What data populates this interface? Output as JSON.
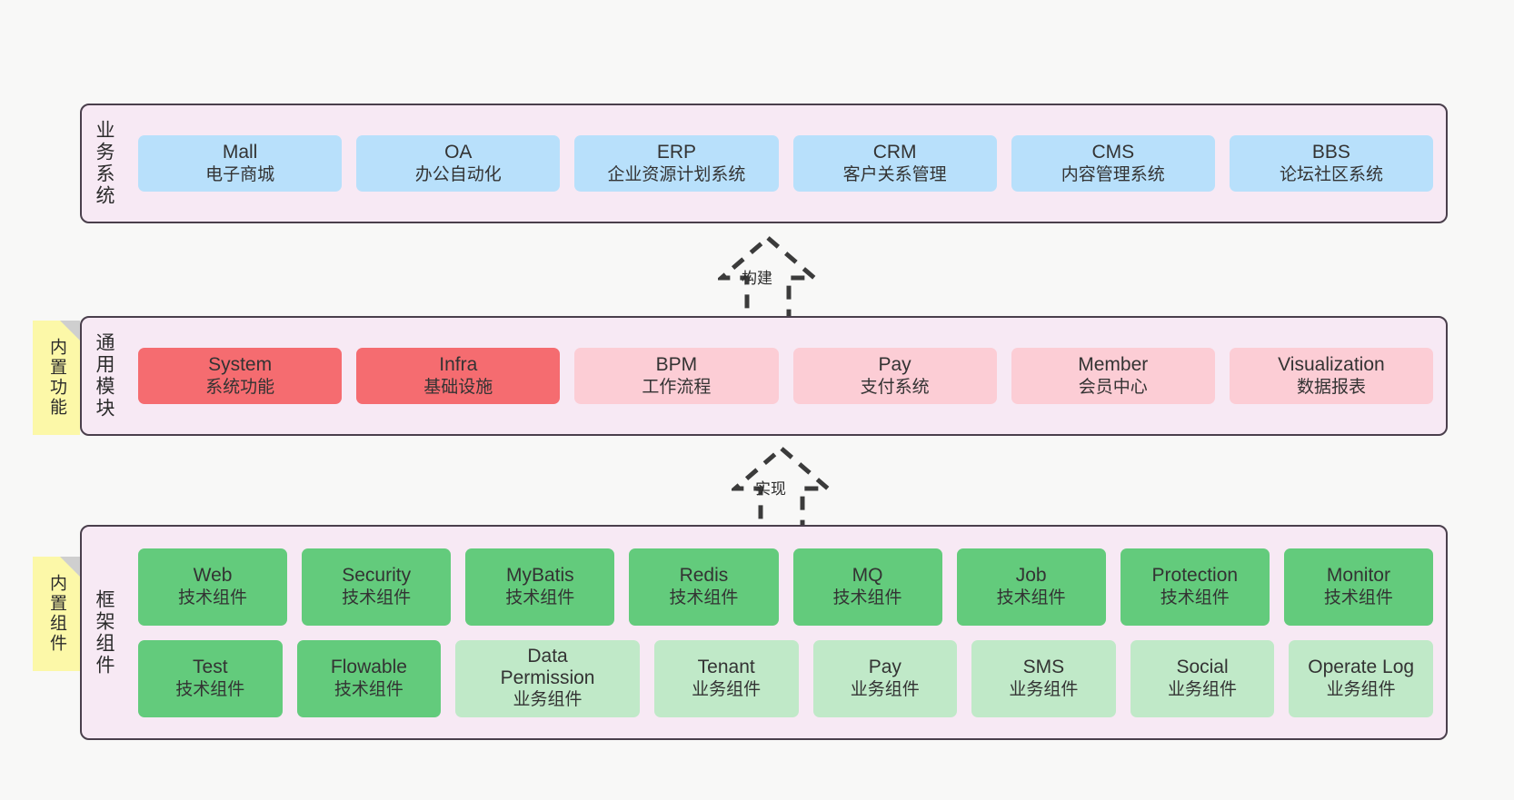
{
  "canvas": {
    "background": "#f8f8f7",
    "layer_fill": "#f7e9f4",
    "layer_border": "#4a3f4c",
    "sticky_fill": "#fcf8a8",
    "blue": "#b8e0fb",
    "red": "#f56c70",
    "pink": "#fccdd5",
    "green": "#63cb7c",
    "light_green": "#c0e9c8"
  },
  "layers": [
    {
      "id": "business-system",
      "title": "业务系统",
      "rows": [
        {
          "cards": [
            {
              "en": "Mall",
              "cn": "电子商城",
              "style": "c-blue"
            },
            {
              "en": "OA",
              "cn": "办公自动化",
              "style": "c-blue"
            },
            {
              "en": "ERP",
              "cn": "企业资源计划系统",
              "style": "c-blue"
            },
            {
              "en": "CRM",
              "cn": "客户关系管理",
              "style": "c-blue"
            },
            {
              "en": "CMS",
              "cn": "内容管理系统",
              "style": "c-blue"
            },
            {
              "en": "BBS",
              "cn": "论坛社区系统",
              "style": "c-blue"
            }
          ]
        }
      ]
    },
    {
      "id": "common-module",
      "title": "通用模块",
      "sticky": "内置功能",
      "rows": [
        {
          "cards": [
            {
              "en": "System",
              "cn": "系统功能",
              "style": "c-red"
            },
            {
              "en": "Infra",
              "cn": "基础设施",
              "style": "c-red"
            },
            {
              "en": "BPM",
              "cn": "工作流程",
              "style": "c-pink"
            },
            {
              "en": "Pay",
              "cn": "支付系统",
              "style": "c-pink"
            },
            {
              "en": "Member",
              "cn": "会员中心",
              "style": "c-pink"
            },
            {
              "en": "Visualization",
              "cn": "数据报表",
              "style": "c-pink"
            }
          ]
        }
      ]
    },
    {
      "id": "framework-component",
      "title": "框架组件",
      "sticky": "内置组件",
      "rows": [
        {
          "cards": [
            {
              "en": "Web",
              "cn": "技术组件",
              "style": "c-green"
            },
            {
              "en": "Security",
              "cn": "技术组件",
              "style": "c-green"
            },
            {
              "en": "MyBatis",
              "cn": "技术组件",
              "style": "c-green"
            },
            {
              "en": "Redis",
              "cn": "技术组件",
              "style": "c-green"
            },
            {
              "en": "MQ",
              "cn": "技术组件",
              "style": "c-green"
            },
            {
              "en": "Job",
              "cn": "技术组件",
              "style": "c-green"
            },
            {
              "en": "Protection",
              "cn": "技术组件",
              "style": "c-green"
            },
            {
              "en": "Monitor",
              "cn": "技术组件",
              "style": "c-green"
            }
          ]
        },
        {
          "cards": [
            {
              "en": "Test",
              "cn": "技术组件",
              "style": "c-green"
            },
            {
              "en": "Flowable",
              "cn": "技术组件",
              "style": "c-green"
            },
            {
              "en": "Data Permission",
              "cn": "业务组件",
              "style": "c-lightgreen"
            },
            {
              "en": "Tenant",
              "cn": "业务组件",
              "style": "c-lightgreen"
            },
            {
              "en": "Pay",
              "cn": "业务组件",
              "style": "c-lightgreen"
            },
            {
              "en": "SMS",
              "cn": "业务组件",
              "style": "c-lightgreen"
            },
            {
              "en": "Social",
              "cn": "业务组件",
              "style": "c-lightgreen"
            },
            {
              "en": "Operate Log",
              "cn": "业务组件",
              "style": "c-lightgreen"
            }
          ]
        }
      ]
    }
  ],
  "arrows": [
    {
      "id": "build",
      "label": "构建"
    },
    {
      "id": "implement",
      "label": "实现"
    }
  ]
}
